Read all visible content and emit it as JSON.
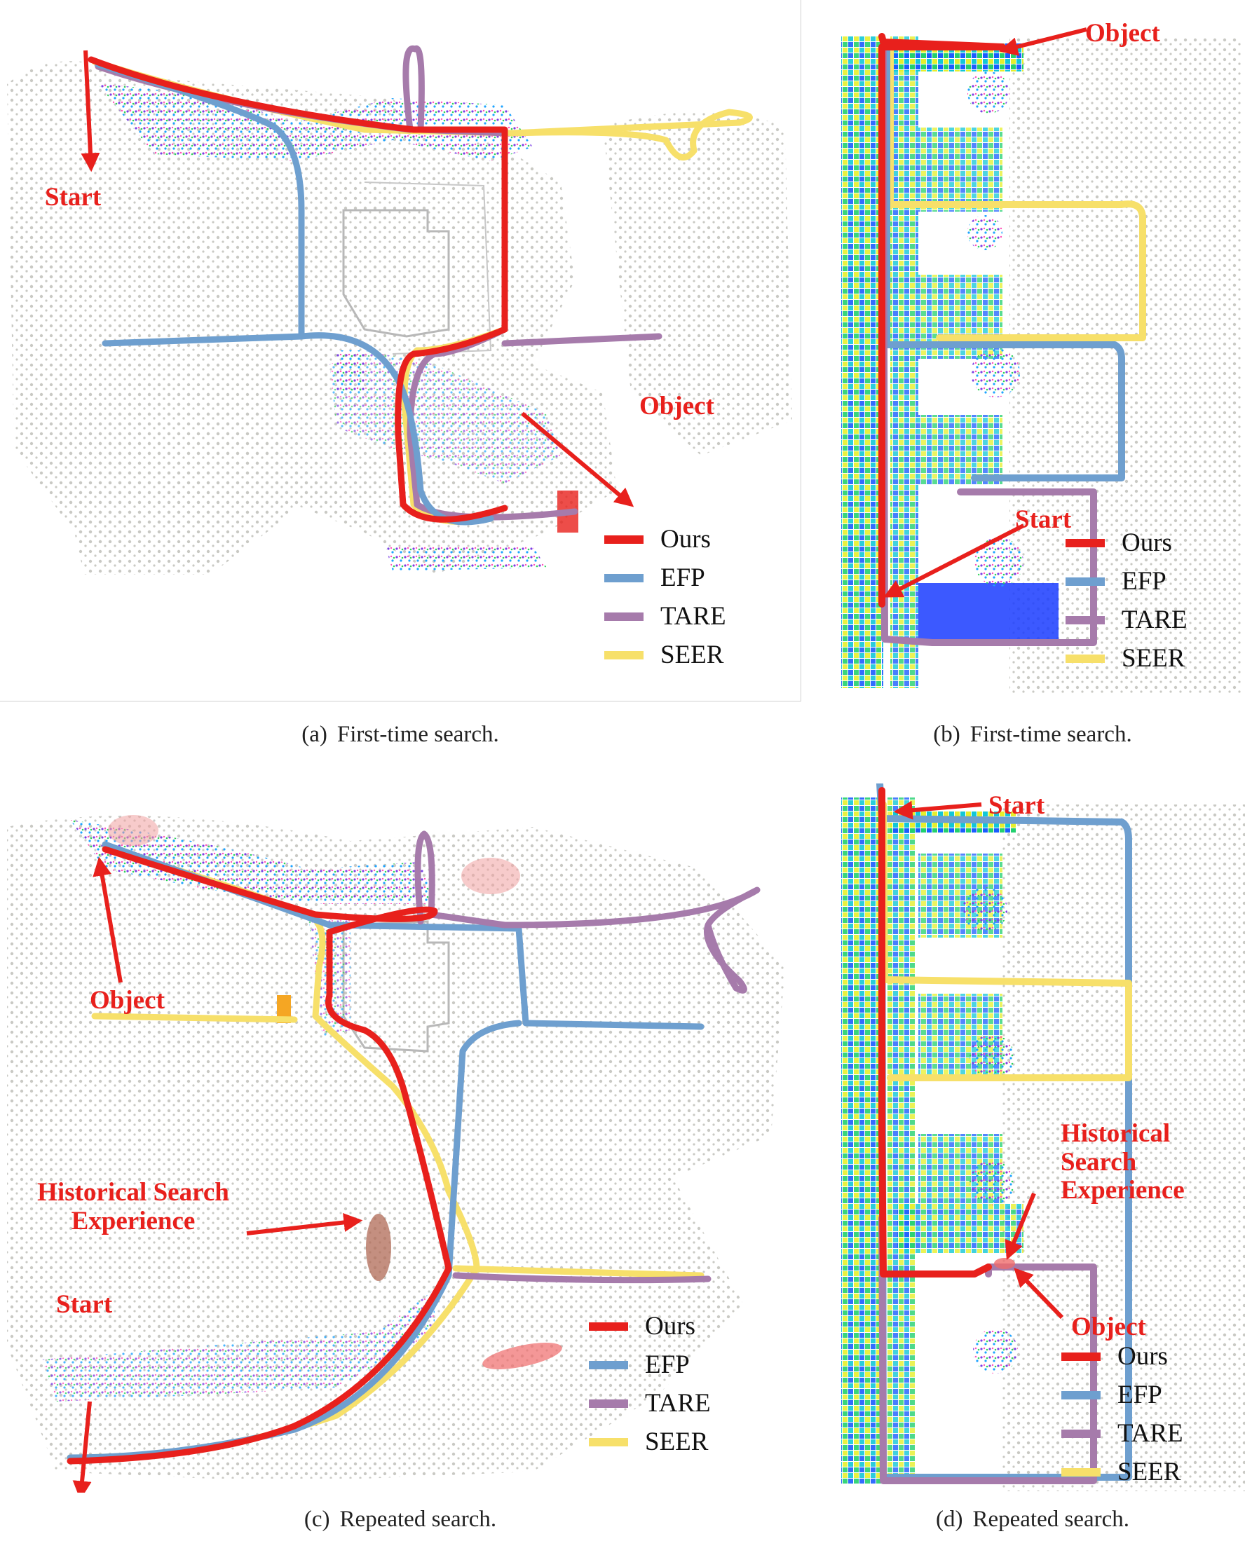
{
  "colors": {
    "ours": "#e8201c",
    "efp": "#6e9fcf",
    "tare": "#a67bab",
    "seer": "#f7e06a",
    "cloud": "#c9c9c4",
    "annotation": "#e8201c"
  },
  "legend": [
    {
      "key": "ours",
      "label": "Ours"
    },
    {
      "key": "efp",
      "label": "EFP"
    },
    {
      "key": "tare",
      "label": "TARE"
    },
    {
      "key": "seer",
      "label": "SEER"
    }
  ],
  "panels": {
    "a": {
      "tag": "(a)",
      "caption": "First-time search.",
      "start": "Start",
      "object": "Object"
    },
    "b": {
      "tag": "(b)",
      "caption": "First-time search.",
      "start": "Start",
      "object": "Object"
    },
    "c": {
      "tag": "(c)",
      "caption": "Repeated search.",
      "start": "Start",
      "object": "Object",
      "history": "Historical Search Experience"
    },
    "d": {
      "tag": "(d)",
      "caption": "Repeated search.",
      "start": "Start",
      "object": "Object",
      "history_lines": [
        "Historical",
        "Search",
        "Experience"
      ]
    }
  }
}
